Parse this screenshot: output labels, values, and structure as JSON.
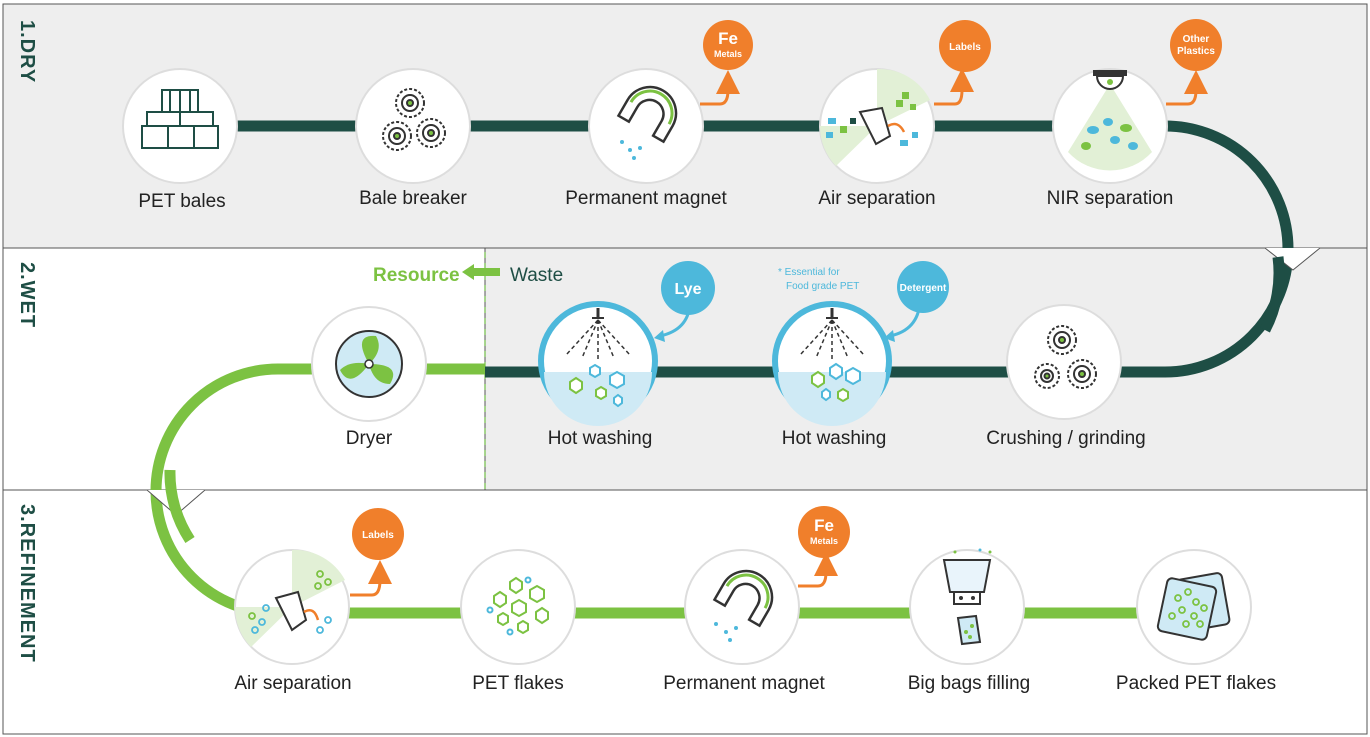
{
  "sections": {
    "dry": "1.DRY",
    "wet": "2.WET",
    "refinement": "3.REFINEMENT"
  },
  "dry_steps": [
    "PET bales",
    "Bale breaker",
    "Permanent magnet",
    "Air separation",
    "NIR separation"
  ],
  "wet_steps": [
    "Crushing / grinding",
    "Hot washing",
    "Hot washing",
    "Dryer"
  ],
  "refinement_steps": [
    "Air separation",
    "PET flakes",
    "Permanent magnet",
    "Big bags filling",
    "Packed PET flakes"
  ],
  "badges": {
    "fe": "Fe",
    "metals": "Metals",
    "labels": "Labels",
    "other": "Other",
    "plastics": "Plastics",
    "lye": "Lye",
    "detergent": "Detergent"
  },
  "note": {
    "line1": "* Essential for",
    "line2": "Food grade PET"
  },
  "legend": {
    "resource": "Resource",
    "waste": "Waste"
  },
  "colors": {
    "dark_green": "#1e4e45",
    "light_green": "#7cc242",
    "orange": "#f07f2b",
    "cyan": "#4db8db",
    "panel_grey": "#eeeeee"
  }
}
